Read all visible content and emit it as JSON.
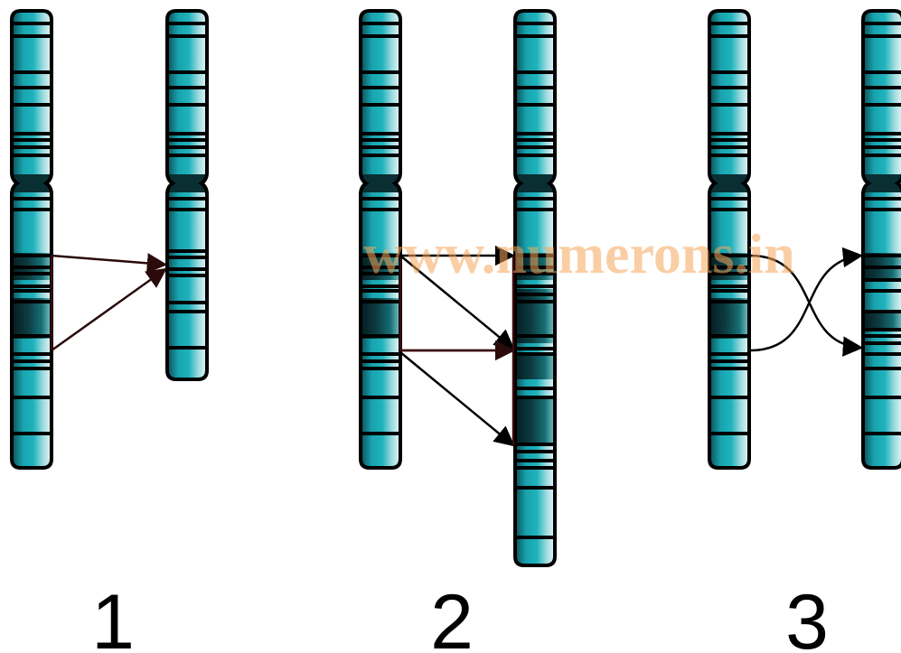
{
  "watermark": "www.numerons.in",
  "panels": [
    {
      "label": "1"
    },
    {
      "label": "2"
    },
    {
      "label": "3"
    }
  ],
  "colors": {
    "chromatid_teal": "#1aa7b3",
    "band_dark": "#0a2f33",
    "outline": "#000000",
    "arrow_dark_red": "#3a0c0c",
    "watermark": "#f5a55a"
  }
}
